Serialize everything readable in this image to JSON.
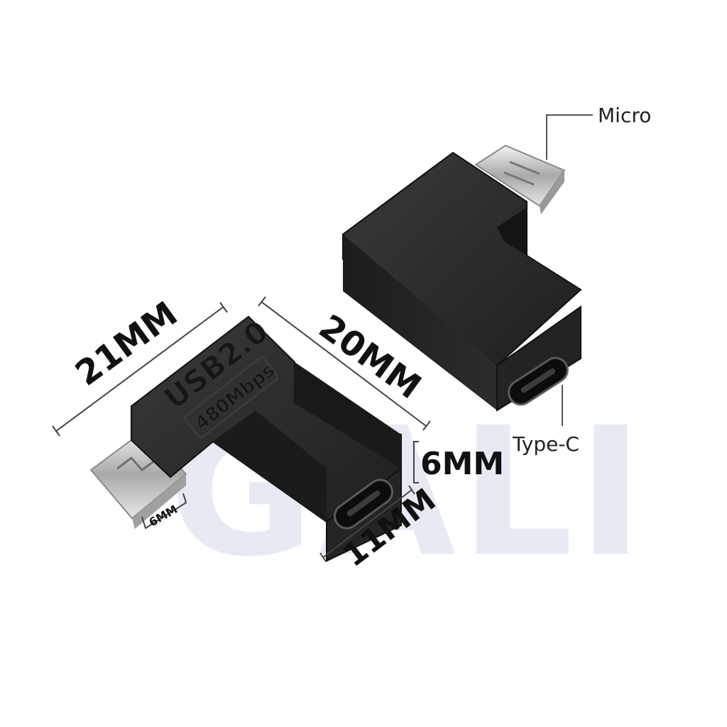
{
  "watermark": "GALI",
  "callouts": {
    "micro": "Micro",
    "type_c": "Type-C"
  },
  "dimensions": {
    "length_21": "21MM",
    "length_20": "20MM",
    "height_6": "6MM",
    "width_11": "11MM",
    "plug_6": "6MM"
  },
  "adapter_marking": {
    "model": "USB2.0",
    "speed": "480Mbps"
  },
  "colors": {
    "adapter_body": "#262626",
    "plug_metal": "#c9c9c9",
    "watermark": "#dfe3ef"
  }
}
